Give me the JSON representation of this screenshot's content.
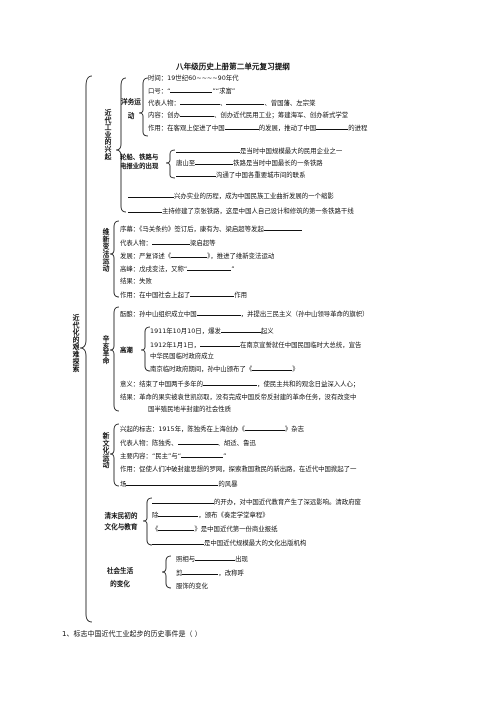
{
  "title": "八年级历史上册第二单元复习提纲",
  "main_label": "近代化的艰难探索",
  "sections": {
    "industry": {
      "label": "近代工业的兴起",
      "yangwu": {
        "label": "洋务运动",
        "time": "时间：19世纪60~~~~90年代",
        "slogan_a": "口号：“",
        "slogan_b": "”“求富”",
        "figures_a": "代表人物：",
        "figures_b": "、",
        "figures_c": "、曾国藩、左宗棠",
        "content_a": "内容：创办",
        "content_b": "、创办近代民用工业；筹建海军、创办新式学堂",
        "effect_a": "作用：在客观上促进了中国",
        "effect_b": "的发展，推动了中国",
        "effect_c": "的进程"
      },
      "ships": {
        "label_1": "轮船、铁路与",
        "label_2": "电报业的出现",
        "line1": "是当时中国规模最大的民用企业之一",
        "line2_a": "唐山至",
        "line2_b": "铁路是当时中国最长的一条铁路",
        "line3": "沟通了中国各重要城市间的联系"
      },
      "footer1": "兴办实业的历程，成为中国民族工业曲折发展的一个缩影",
      "footer2": "主持修建了京张铁路，这是中国人自己设计和修筑的第一条铁路干线"
    },
    "reform": {
      "label": "维新变法运动",
      "preface_a": "序幕：《马关条约》签订后，康有为、梁启超等发起",
      "figures_a": "代表人物：",
      "figures_b": "梁启超等",
      "develop_a": "发展：严复译述《",
      "develop_b": "》，推进了维新变法运动",
      "climax_a": "高峰：戊戌变法，又称“",
      "climax_b": "”",
      "result": "结果：失败",
      "effect_a": "作用：在中国社会上起了",
      "effect_b": "作用"
    },
    "xinhai": {
      "label": "辛亥革命",
      "prelude_a": "酝酿：孙中山组织成立中国",
      "prelude_b": "，并提出三民主义（孙中山领导革命的旗帜）",
      "climax_label": "高潮",
      "c1_a": "1911年10月10日，爆发",
      "c1_b": "起义",
      "c2_a": "1912年1月1日，",
      "c2_b": "在南京宣誓就任中国民国临时大总统，宣告",
      "c3": "中华民国临时政府成立",
      "c4_a": "南京临时政府期间，孙中山颁布了《",
      "c4_b": "》",
      "meaning_a": "意义：结束了中国两千多年的",
      "meaning_b": "，使民主共和的观念日益深入人心；",
      "result1": "结果：革命的果实被袁世凯窃取，没有完成中国反帝反封建的革命任务，没有改变中",
      "result2": "国半殖民地半封建的社会性质"
    },
    "culture": {
      "label": "新文化运动",
      "start_a": "兴起的标志：1915年，陈独秀在上海创办《",
      "start_b": "》杂志",
      "figures_a": "代表人物：陈独秀、",
      "figures_b": "、胡适、鲁迅",
      "content_a": "主要内容：“民主”与“",
      "content_b": "”",
      "effect_a": "作用：促使人们冲破封建思想的罗网，探索救国救民的新出路，在近代中国掀起了一",
      "effect_b": "场",
      "effect_c": "的风暴"
    },
    "education": {
      "label_1": "清末民初的",
      "label_2": "文化与教育",
      "l1": "的开办，对中国近代教育产生了深远影响。清政府废",
      "l2_a": "除",
      "l2_b": "，颁布《奏定学堂章程》",
      "l3_a": "《",
      "l3_b": "》是中国近代第一份商业报纸",
      "l4": "是中国近代规模最大的文化出版机构"
    },
    "social": {
      "label_1": "社会生活",
      "label_2": "的变化",
      "l1_a": "照相与",
      "l1_b": "出现",
      "l2_a": "剪",
      "l2_b": "，改称呼",
      "l3": "服饰的变化"
    }
  },
  "question": "1、标志中国近代工业起步的历史事件是（      ）"
}
